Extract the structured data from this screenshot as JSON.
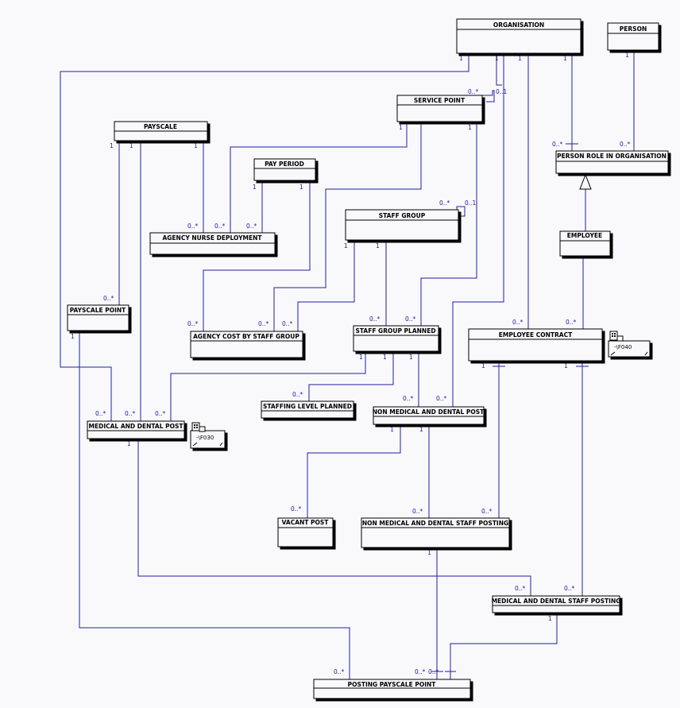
{
  "entities": {
    "organisation": "ORGANISATION",
    "person": "PERSON",
    "service_point": "SERVICE POINT",
    "payscale": "PAYSCALE",
    "pay_period": "PAY PERIOD",
    "person_role": "PERSON ROLE IN ORGANISATION",
    "staff_group": "STAFF GROUP",
    "agency_nurse": "AGENCY NURSE DEPLOYMENT",
    "employee": "EMPLOYEE",
    "payscale_point": "PAYSCALE POINT",
    "agency_cost": "AGENCY COST BY STAFF GROUP",
    "staff_group_planned": "STAFF GROUP PLANNED",
    "employee_contract": "EMPLOYEE CONTRACT",
    "staffing_level": "STAFFING LEVEL PLANNED",
    "non_medical_post": "NON MEDICAL AND DENTAL POST",
    "medical_post": "MEDICAL AND DENTAL POST",
    "vacant_post": "VACANT POST",
    "non_medical_posting": "NON MEDICAL AND DENTAL STAFF POSTING",
    "medical_posting": "MEDICAL AND DENTAL STAFF POSTING",
    "posting_payscale": "POSTING PAYSCALE POINT"
  },
  "notes": {
    "f030": "-\\F030",
    "f040": "-\\F040"
  },
  "multiplicity": {
    "one": "1",
    "many": "0..*",
    "zero_one": "0..1"
  }
}
